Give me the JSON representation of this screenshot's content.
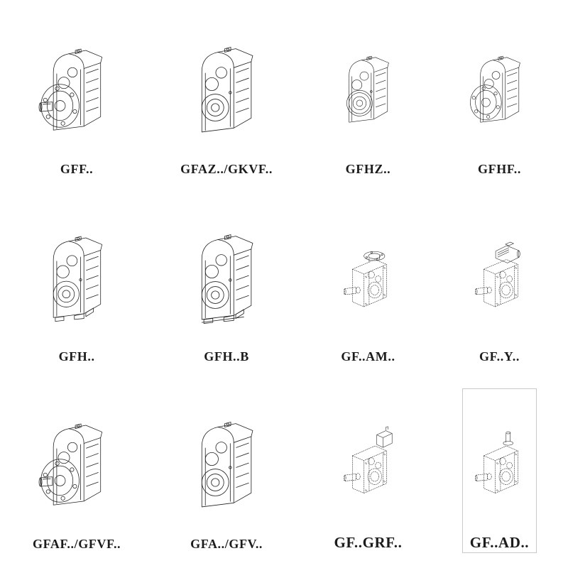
{
  "page": {
    "background": "#ffffff",
    "line_color": "#222222",
    "description": "Catalog sheet of parallel-shaft helical gearbox mounting variants, 12 technical line drawings in a 4x3 grid with bold model-code captions"
  },
  "catalog": {
    "items": [
      {
        "label": "GFF..",
        "drawing": "flange-mounted gearbox with solid output shaft"
      },
      {
        "label": "GFAZ../GKVF..",
        "drawing": "shaft-mounted gearbox with hollow bore"
      },
      {
        "label": "GFHZ..",
        "drawing": "hollow-shaft gearbox with shrink disc"
      },
      {
        "label": "GFHF..",
        "drawing": "flange-mounted hollow-shaft gearbox"
      },
      {
        "label": "GFH..",
        "drawing": "foot-mounted hollow-shaft gearbox"
      },
      {
        "label": "GFH..B",
        "drawing": "foot-mounted hollow-shaft gearbox, B base"
      },
      {
        "label": "GF..AM..",
        "drawing": "gearbox with IEC motor adapter flange, phantom view"
      },
      {
        "label": "GF..Y..",
        "drawing": "gearbox with mounted motor, phantom view"
      },
      {
        "label": "GFAF../GFVF..",
        "drawing": "flange-mounted gearbox with solid shaft"
      },
      {
        "label": "GFA../GFV..",
        "drawing": "shaft-mounted gearbox with hollow bore"
      },
      {
        "label": "GF..GRF..",
        "drawing": "gearbox with primary gear reducer input, phantom view"
      },
      {
        "label": "GF..AD..",
        "drawing": "gearbox with input shaft assembly AD, phantom view"
      }
    ]
  }
}
